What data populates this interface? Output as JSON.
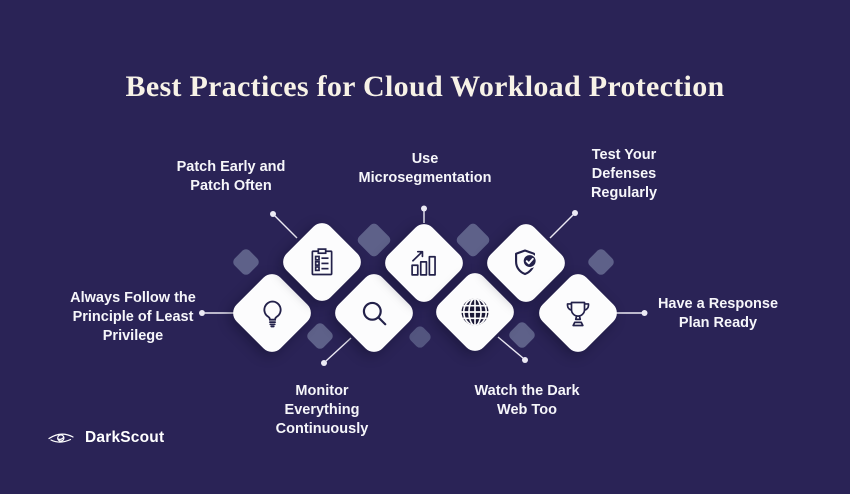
{
  "title": "Best Practices for Cloud Workload Protection",
  "brand": "DarkScout",
  "colors": {
    "background": "#2a2356",
    "tile": "#fcfcfd",
    "accent_tile": "#5e6189",
    "icon_ink": "#23214a",
    "title_text": "#f7f2e7",
    "label_text": "#f6f6fa"
  },
  "practices": [
    {
      "id": "least-privilege",
      "icon": "lightbulb-icon",
      "label": "Always Follow the\nPrinciple of Least\nPrivilege"
    },
    {
      "id": "patch-often",
      "icon": "checklist-icon",
      "label": "Patch Early and\nPatch Often"
    },
    {
      "id": "monitor",
      "icon": "magnifier-icon",
      "label": "Monitor\nEverything\nContinuously"
    },
    {
      "id": "microsegmentation",
      "icon": "growth-chart-icon",
      "label": "Use\nMicrosegmentation"
    },
    {
      "id": "dark-web",
      "icon": "globe-icon",
      "label": "Watch the Dark\nWeb Too"
    },
    {
      "id": "test-defenses",
      "icon": "shield-check-icon",
      "label": "Test Your\nDefenses\nRegularly"
    },
    {
      "id": "response-plan",
      "icon": "trophy-icon",
      "label": "Have a Response\nPlan Ready"
    }
  ]
}
